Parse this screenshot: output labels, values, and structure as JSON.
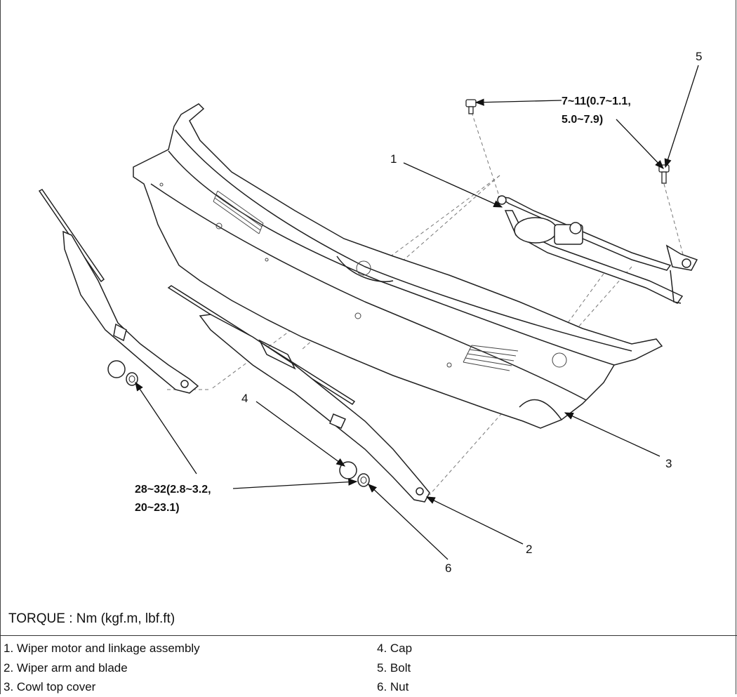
{
  "callouts": {
    "n1": "1",
    "n2": "2",
    "n3": "3",
    "n4": "4",
    "n5": "5",
    "n6": "6"
  },
  "torque_specs": {
    "bolt_line1": "7~11(0.7~1.1,",
    "bolt_line2": "5.0~7.9)",
    "nut_line1": "28~32(2.8~3.2,",
    "nut_line2": "20~23.1)"
  },
  "torque_unit": "TORQUE : Nm (kgf.m, lbf.ft)",
  "legend": {
    "col1": [
      "1. Wiper motor and linkage assembly",
      "2. Wiper arm and blade",
      "3. Cowl top cover"
    ],
    "col2": [
      "4. Cap",
      "5. Bolt",
      "6. Nut"
    ]
  },
  "colors": {
    "line": "#222222",
    "dashed": "#777777",
    "shade": "#dddddd"
  }
}
